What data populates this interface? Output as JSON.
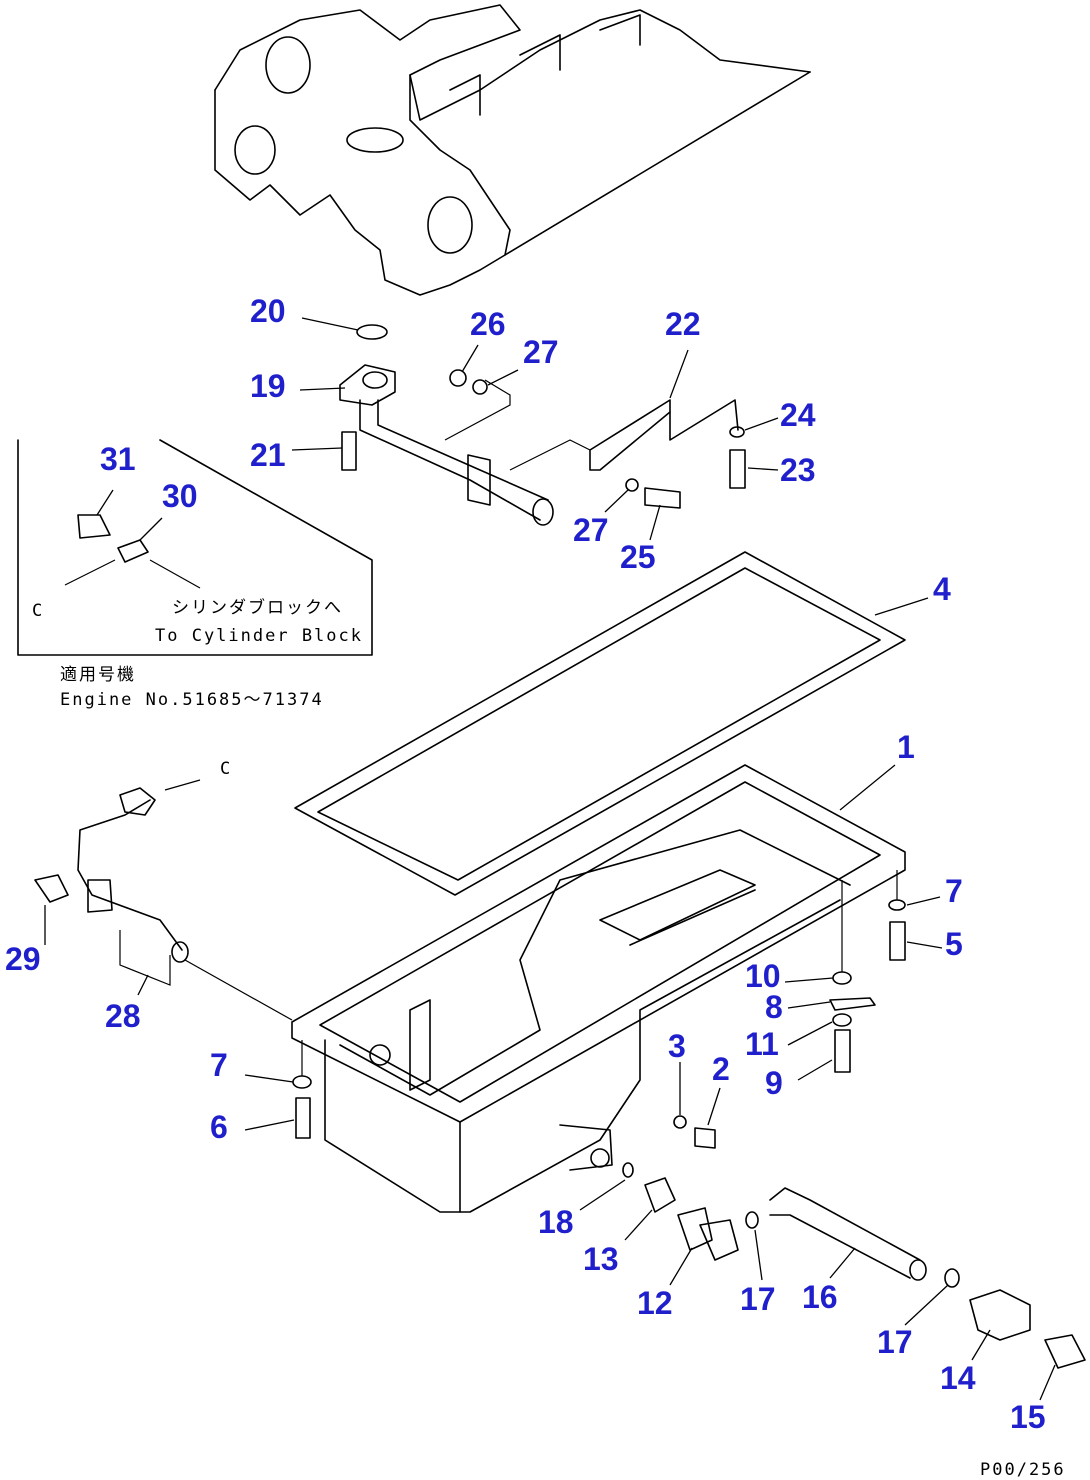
{
  "callouts": [
    {
      "id": "c20",
      "text": "20"
    },
    {
      "id": "c26",
      "text": "26"
    },
    {
      "id": "c27a",
      "text": "27"
    },
    {
      "id": "c22",
      "text": "22"
    },
    {
      "id": "c19",
      "text": "19"
    },
    {
      "id": "c24",
      "text": "24"
    },
    {
      "id": "c21",
      "text": "21"
    },
    {
      "id": "c23",
      "text": "23"
    },
    {
      "id": "c31",
      "text": "31"
    },
    {
      "id": "c30",
      "text": "30"
    },
    {
      "id": "c27b",
      "text": "27"
    },
    {
      "id": "c25",
      "text": "25"
    },
    {
      "id": "c4",
      "text": "4"
    },
    {
      "id": "c1",
      "text": "1"
    },
    {
      "id": "c7a",
      "text": "7"
    },
    {
      "id": "c5",
      "text": "5"
    },
    {
      "id": "c29",
      "text": "29"
    },
    {
      "id": "c10",
      "text": "10"
    },
    {
      "id": "c8",
      "text": "8"
    },
    {
      "id": "c28",
      "text": "28"
    },
    {
      "id": "c11",
      "text": "11"
    },
    {
      "id": "c7b",
      "text": "7"
    },
    {
      "id": "c3",
      "text": "3"
    },
    {
      "id": "c2",
      "text": "2"
    },
    {
      "id": "c9",
      "text": "9"
    },
    {
      "id": "c6",
      "text": "6"
    },
    {
      "id": "c18",
      "text": "18"
    },
    {
      "id": "c13",
      "text": "13"
    },
    {
      "id": "c12",
      "text": "12"
    },
    {
      "id": "c17a",
      "text": "17"
    },
    {
      "id": "c16",
      "text": "16"
    },
    {
      "id": "c17b",
      "text": "17"
    },
    {
      "id": "c14",
      "text": "14"
    },
    {
      "id": "c15",
      "text": "15"
    }
  ],
  "inset": {
    "marker_a": "C",
    "jp_text": "シリンダブロックへ",
    "en_text": "To Cylinder Block"
  },
  "serial": {
    "jp_label": "適用号機",
    "en_label": "Engine No.51685～71374"
  },
  "pipe_marker": "C",
  "drawing_code": "P00/256"
}
